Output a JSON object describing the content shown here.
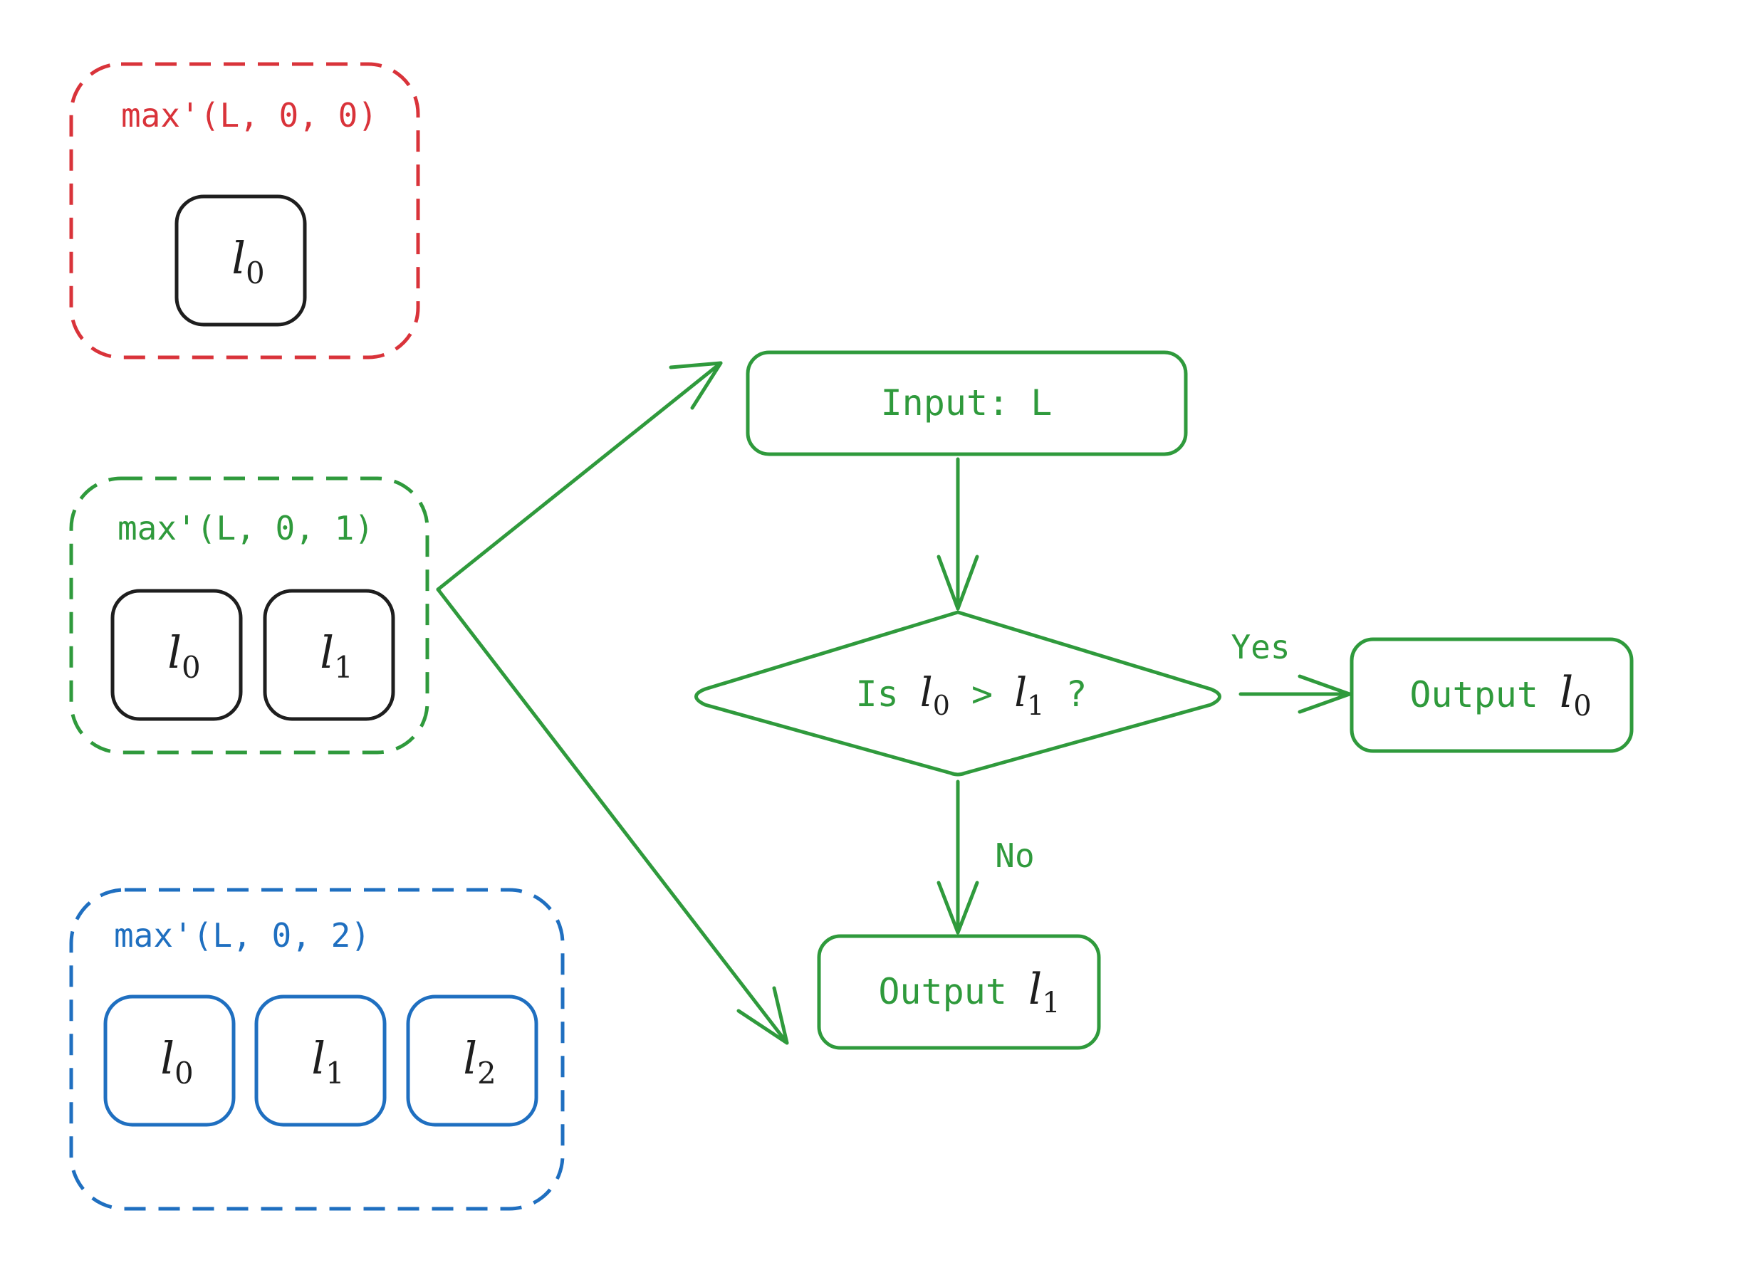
{
  "colors": {
    "red": "#d9333a",
    "green": "#2f9a3c",
    "blue": "#1f6fc0",
    "black": "#1e1e1e"
  },
  "groups": {
    "max_0": {
      "label": "max'(L, 0, 0)",
      "cells": [
        {
          "letter": "l",
          "index": "0"
        }
      ]
    },
    "max_1": {
      "label": "max'(L, 0, 1)",
      "cells": [
        {
          "letter": "l",
          "index": "0"
        },
        {
          "letter": "l",
          "index": "1"
        }
      ]
    },
    "max_2": {
      "label": "max'(L, 0, 2)",
      "cells": [
        {
          "letter": "l",
          "index": "0"
        },
        {
          "letter": "l",
          "index": "1"
        },
        {
          "letter": "l",
          "index": "2"
        }
      ]
    }
  },
  "flowchart": {
    "input_label": "Input: L",
    "decision": {
      "prefix": "Is ",
      "left": {
        "letter": "l",
        "index": "0"
      },
      "operator": " > ",
      "right": {
        "letter": "l",
        "index": "1"
      },
      "suffix": " ?"
    },
    "yes_label": "Yes",
    "no_label": "No",
    "output_yes": {
      "prefix": "Output ",
      "letter": "l",
      "index": "0"
    },
    "output_no": {
      "prefix": "Output ",
      "letter": "l",
      "index": "1"
    }
  }
}
